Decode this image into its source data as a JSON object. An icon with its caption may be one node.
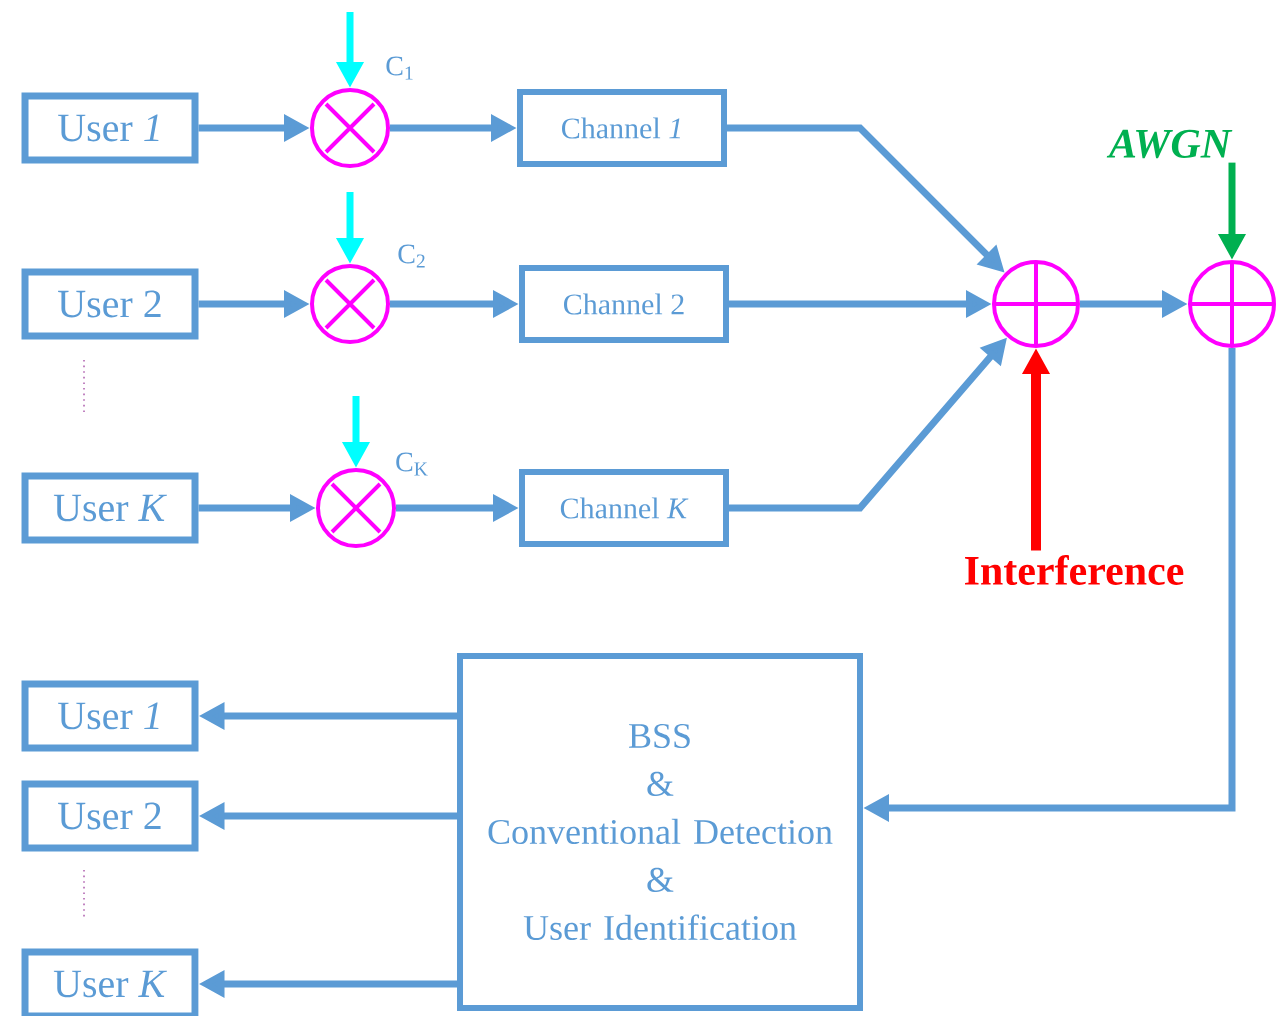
{
  "diagram": {
    "nodes": [
      {
        "text": [
          "User *1*"
        ]
      },
      {
        "text": [
          "User 2"
        ]
      },
      {
        "text": [
          "User *K*"
        ]
      },
      {
        "text": [],
        "shape": "circle",
        "beside": [
          "C$_{1}$"
        ]
      },
      {
        "text": [],
        "shape": "circle",
        "beside": [
          "C$_{2}$"
        ]
      },
      {
        "text": [],
        "shape": "circle",
        "beside": [
          "C$_{K}$"
        ]
      },
      {
        "text": [
          "Channel *1*"
        ]
      },
      {
        "text": [
          "Channel 2"
        ]
      },
      {
        "text": [
          "Channel *K*"
        ]
      },
      {
        "text": [],
        "shape": "circle"
      },
      {
        "text": [],
        "shape": "circle"
      },
      {
        "text": [
          "Interference"
        ]
      },
      {
        "text": [
          "AWGN"
        ]
      },
      {
        "text": [
          "BSS",
          "&",
          "Conventional Detection",
          "&",
          "User Identification"
        ]
      },
      {
        "text": [
          "User *1*"
        ]
      },
      {
        "text": [
          "User 2"
        ]
      },
      {
        "text": [
          "User *K*"
        ]
      }
    ],
    "edges": [
      {
        "from": 0,
        "to": 3,
        "arrow": "to"
      },
      {
        "from": 1,
        "to": 4,
        "arrow": "to"
      },
      {
        "from": 2,
        "to": 5,
        "arrow": "to"
      },
      {
        "from": null,
        "to": 3,
        "arrow": "to",
        "color": "#00ffff"
      },
      {
        "from": null,
        "to": 4,
        "arrow": "to",
        "color": "#00ffff"
      },
      {
        "from": null,
        "to": 5,
        "arrow": "to",
        "color": "#00ffff"
      },
      {
        "from": 3,
        "to": 6,
        "arrow": "to"
      },
      {
        "from": 4,
        "to": 7,
        "arrow": "to"
      },
      {
        "from": 5,
        "to": 8,
        "arrow": "to"
      },
      {
        "from": 6,
        "to": 9,
        "arrow": "to"
      },
      {
        "from": 7,
        "to": 9,
        "arrow": "to"
      },
      {
        "from": 8,
        "to": 9,
        "arrow": "to"
      },
      {
        "from": 9,
        "to": 10,
        "arrow": "to"
      },
      {
        "from": 11,
        "to": 9,
        "arrow": "to",
        "color": "#ff0000"
      },
      {
        "from": 12,
        "to": 10,
        "arrow": "to",
        "color": "#00b050"
      },
      {
        "from": 10,
        "to": 13,
        "arrow": "to"
      },
      {
        "from": 13,
        "to": 14,
        "arrow": "to"
      },
      {
        "from": 13,
        "to": 15,
        "arrow": "to"
      },
      {
        "from": 13,
        "to": 16,
        "arrow": "to"
      }
    ]
  }
}
